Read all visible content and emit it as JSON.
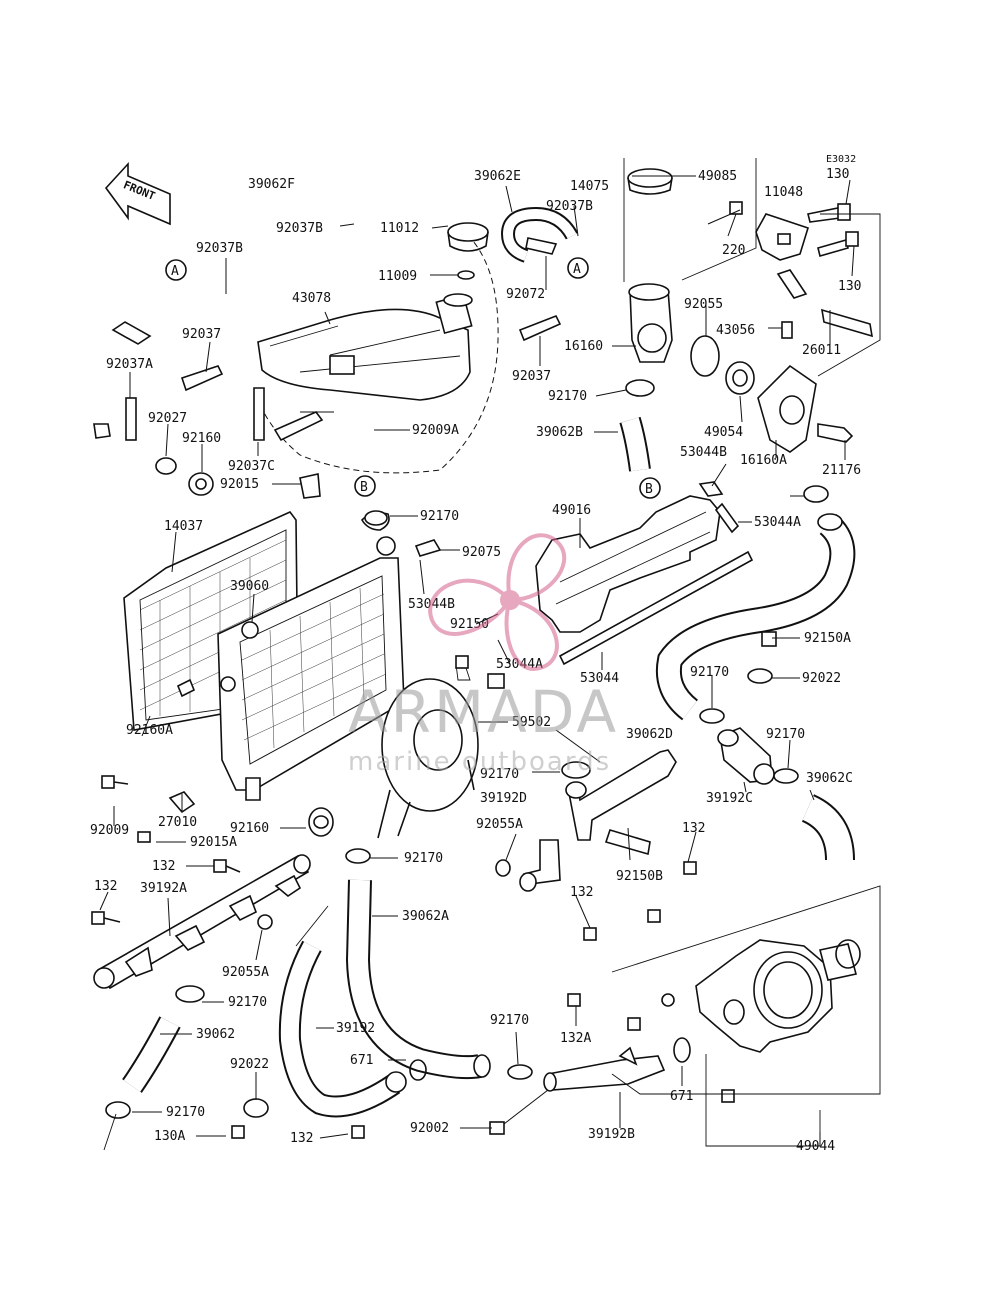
{
  "diagram": {
    "code": "E3032",
    "front_label": "FRONT",
    "parts": [
      "39062F",
      "39062E",
      "14075",
      "92037B",
      "49085",
      "11048",
      "130",
      "92037B",
      "11012",
      "11009",
      "92072",
      "220",
      "130",
      "92037B",
      "43078",
      "92055",
      "43056",
      "16160",
      "26011",
      "92037",
      "92037A",
      "92037",
      "92009A",
      "92027",
      "92160",
      "92037C",
      "92170",
      "39062B",
      "49054",
      "16160A",
      "21176",
      "92015",
      "92170",
      "53044B",
      "53044A",
      "14037",
      "39060",
      "92075",
      "49016",
      "53044B",
      "92150",
      "53044A",
      "53044",
      "92150A",
      "92170",
      "92022",
      "92170",
      "39062D",
      "59502",
      "92160A",
      "27010",
      "92009",
      "92015A",
      "39192C",
      "39062C",
      "92170",
      "39192D",
      "92160",
      "92055A",
      "92170",
      "132",
      "132",
      "132",
      "39192A",
      "39062A",
      "92150B",
      "132",
      "92055A",
      "92170",
      "39062",
      "132A",
      "92170",
      "39192",
      "671",
      "92022",
      "671",
      "92170",
      "130A",
      "132",
      "92002",
      "39192B",
      "49044"
    ],
    "callouts": [
      "A",
      "A",
      "B",
      "B"
    ],
    "watermark": {
      "brand": "ARMADA",
      "tagline": "marine outboards"
    }
  }
}
